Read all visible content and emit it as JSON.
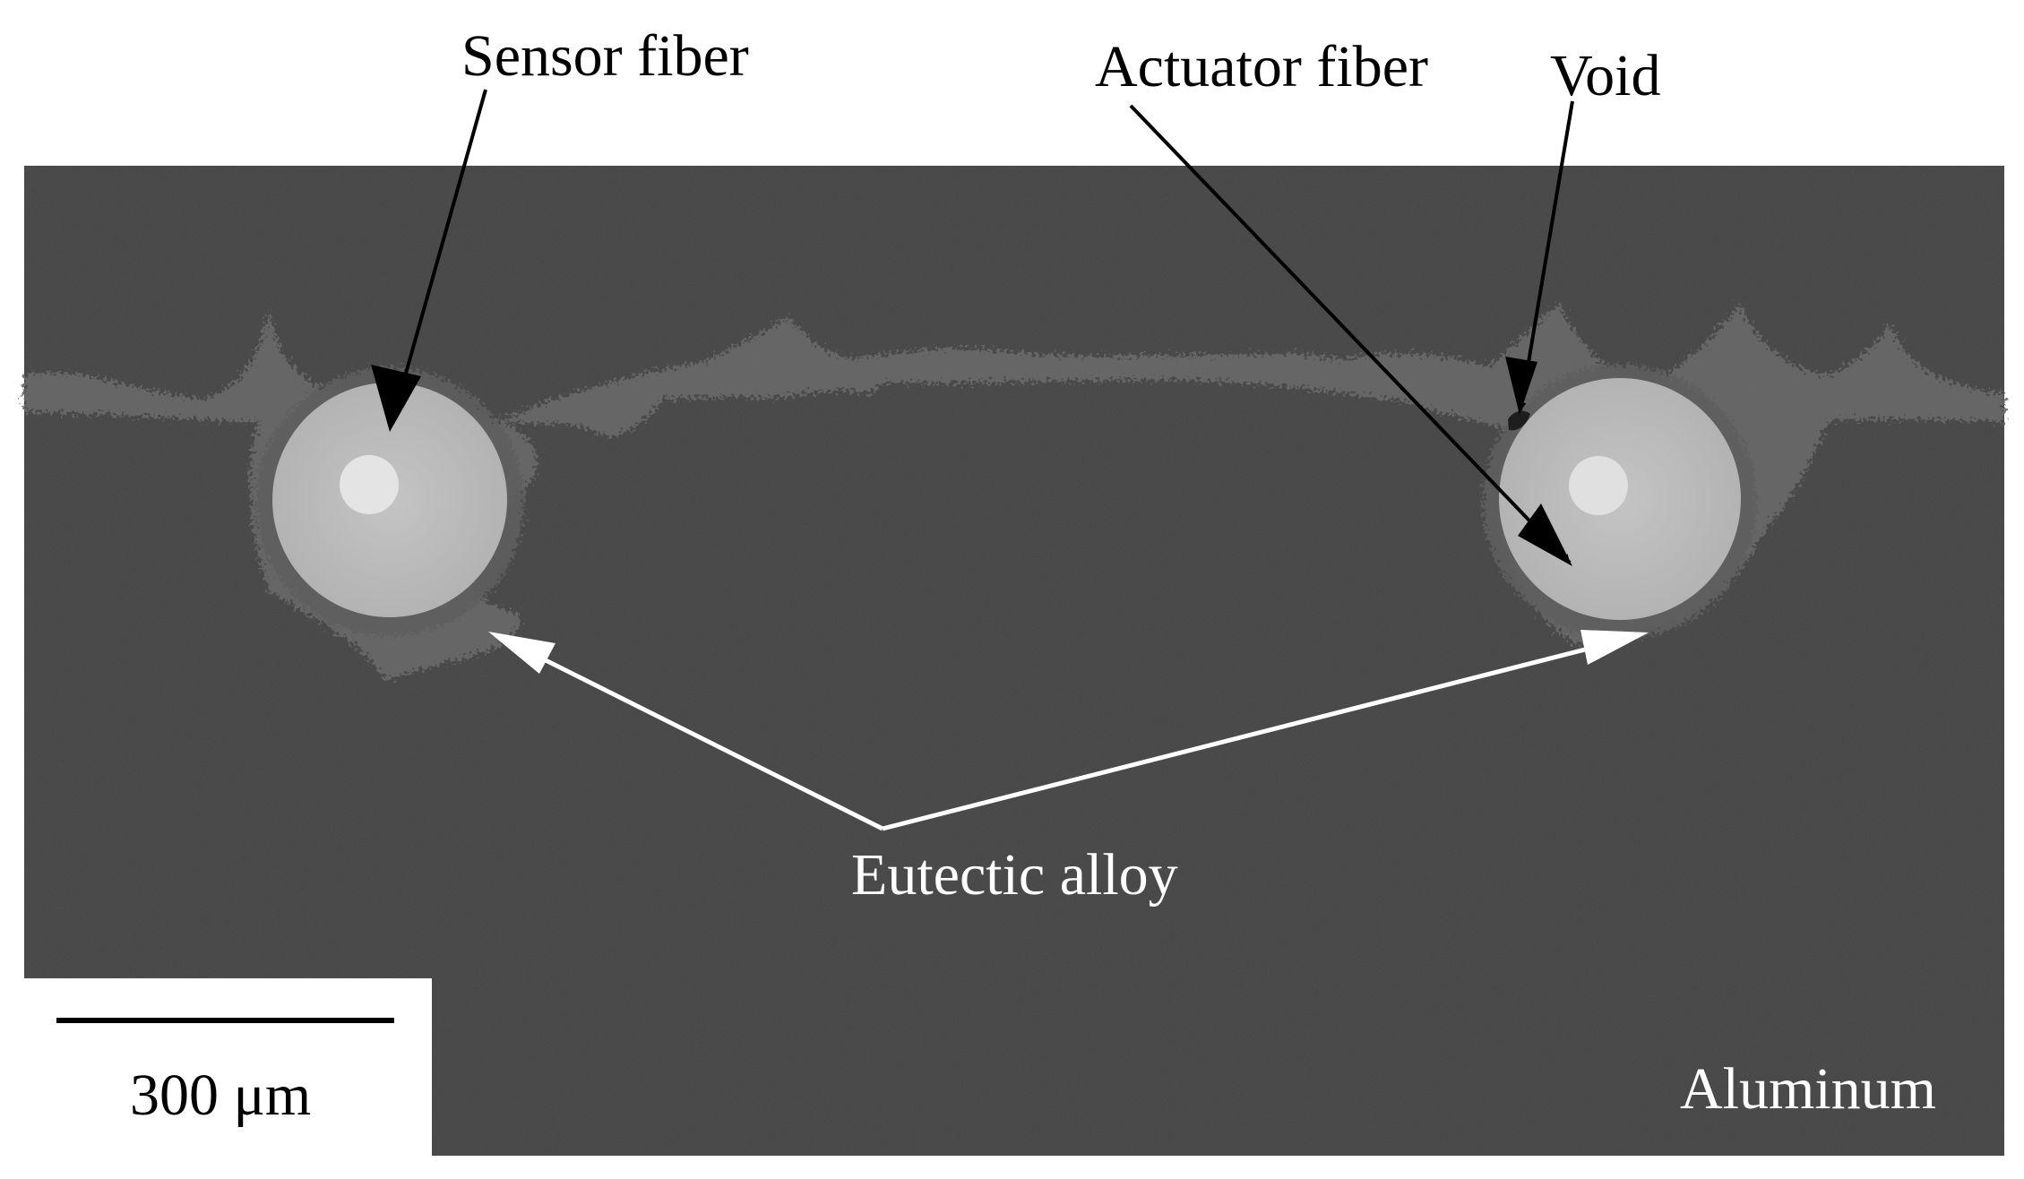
{
  "figure": {
    "labels": {
      "sensor_fiber": "Sensor fiber",
      "actuator_fiber": "Actuator fiber",
      "void": "Void",
      "eutectic_alloy": "Eutectic alloy",
      "aluminum": "Aluminum"
    },
    "scale_bar": {
      "label": "300 μm"
    },
    "colors": {
      "matrix": "#434343",
      "fiber_cladding": "#bcbcbc",
      "fiber_core": "#e4e4e4",
      "eutectic": "#6e6e6e",
      "annotation_dark": "#000000",
      "annotation_light": "#ffffff",
      "background": "#ffffff"
    }
  }
}
